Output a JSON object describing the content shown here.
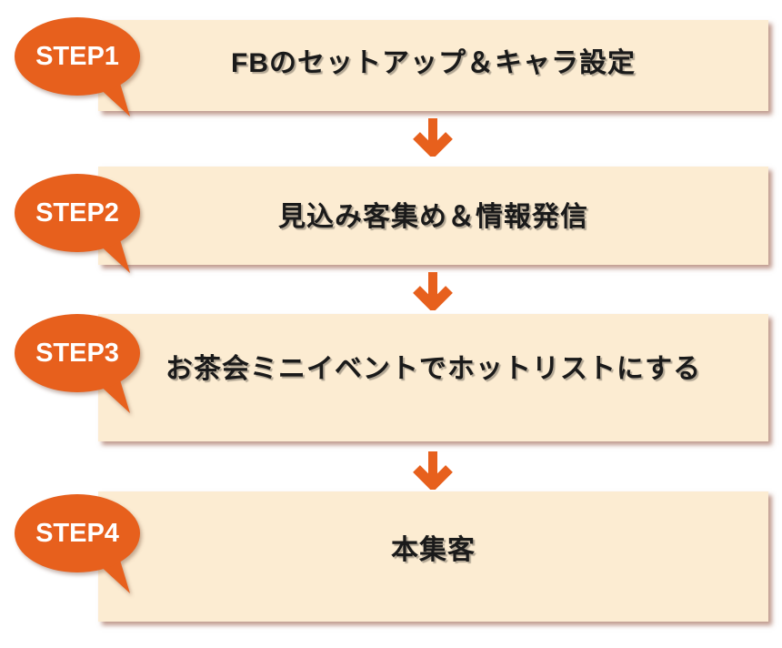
{
  "diagram": {
    "title": "4-step funnel flow",
    "steps": [
      {
        "label": "STEP1",
        "text": "FBのセットアップ＆キャラ設定"
      },
      {
        "label": "STEP2",
        "text": "見込み客集め＆情報発信"
      },
      {
        "label": "STEP3",
        "text": "お茶会ミニイベントでホットリストにする"
      },
      {
        "label": "STEP4",
        "text": "本集客"
      }
    ],
    "icons": [
      {
        "name": "speech-bubble-icon",
        "shape": "ellipse-with-tail"
      },
      {
        "name": "down-arrow-icon",
        "glyph": "↓"
      }
    ],
    "colors": {
      "accent_orange": "#e7601d",
      "box_fill": "#fcecd2",
      "box_shadow": "rgba(139,69,47,0.55)",
      "text": "#1a1a1a",
      "label_text": "#ffffff"
    }
  }
}
